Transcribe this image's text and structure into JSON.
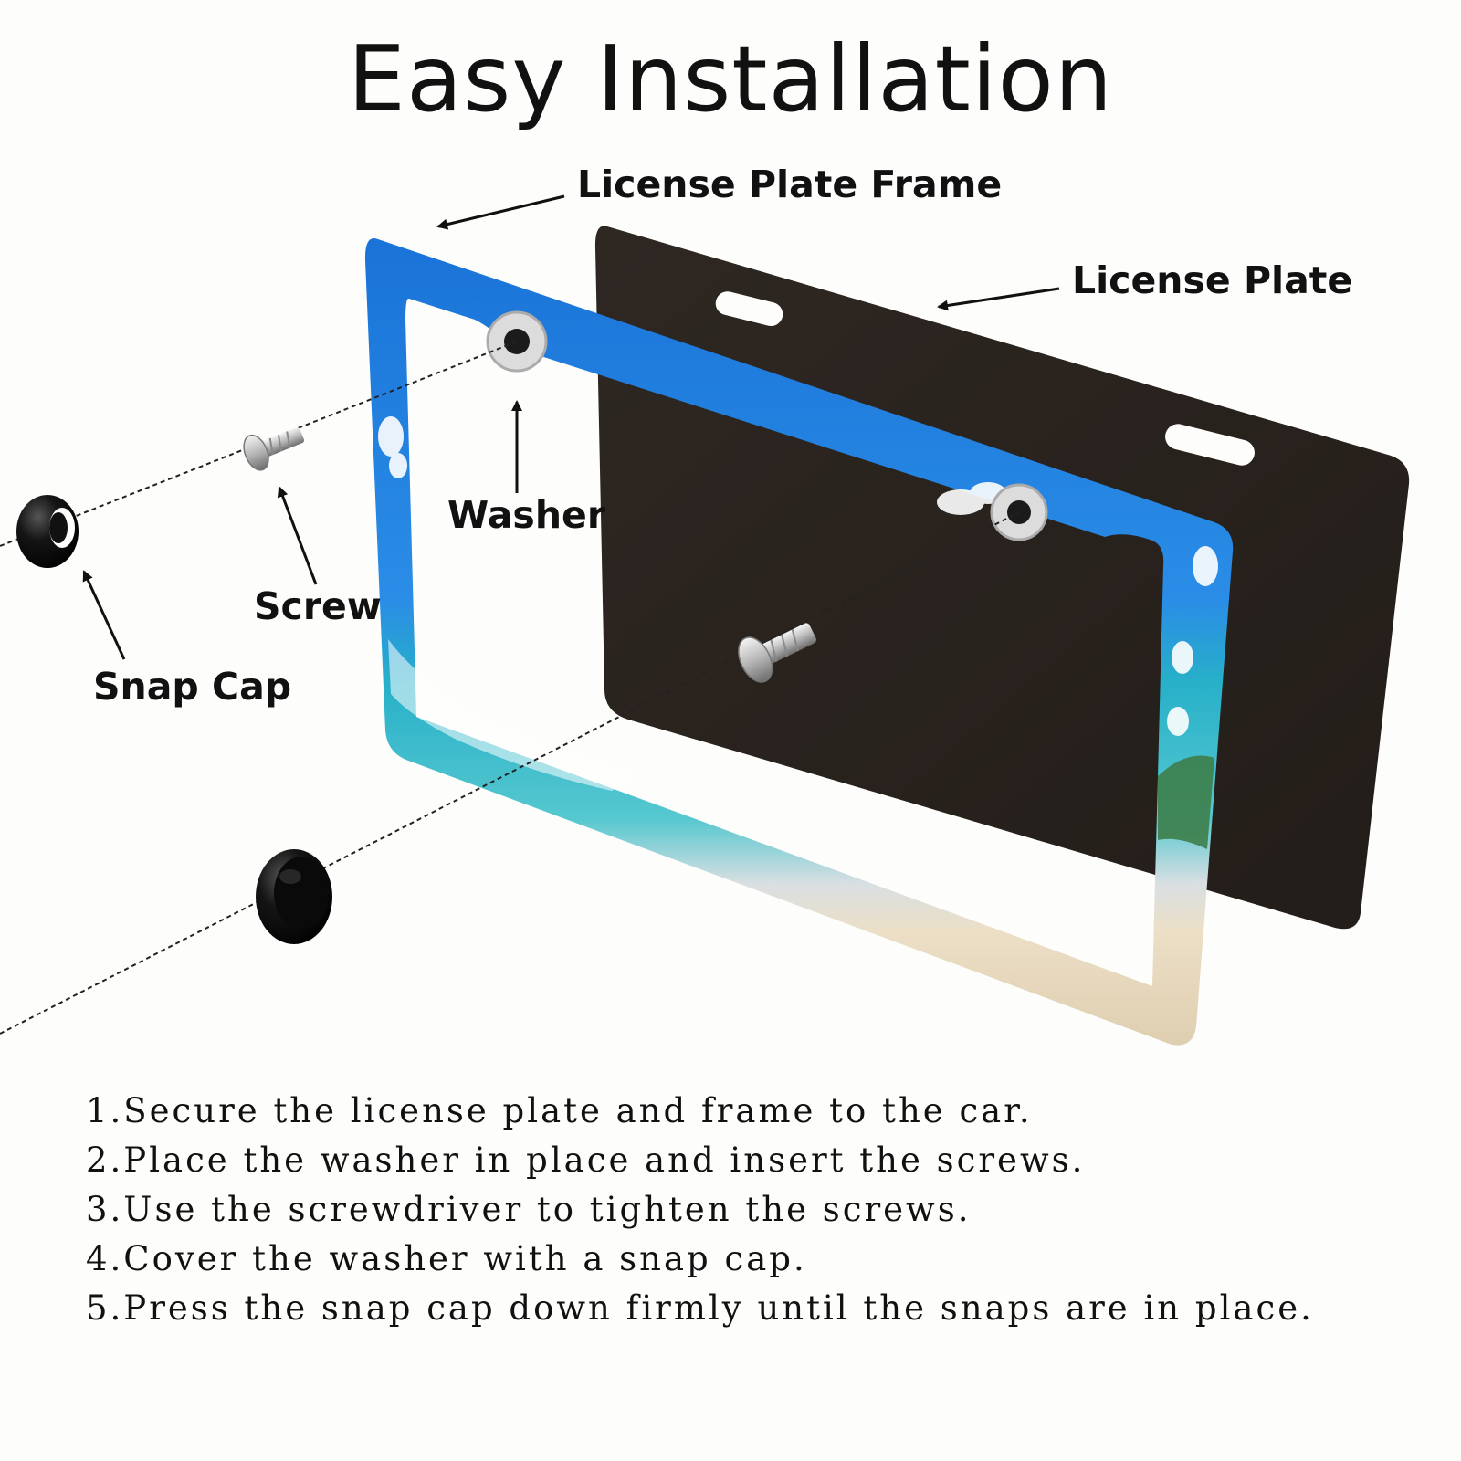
{
  "title": "Easy Installation",
  "labels": {
    "frame": "License Plate Frame",
    "plate": "License Plate",
    "washer": "Washer",
    "screw": "Screw",
    "snap_cap": "Snap Cap"
  },
  "steps": [
    "1.Secure the license plate and frame to the car.",
    "2.Place the washer in place and insert the screws.",
    "3.Use the screwdriver to tighten the screws.",
    "4.Cover the washer with a snap cap.",
    "5.Press the snap cap down firmly until the snaps are in place."
  ],
  "colors": {
    "sky": "#1f7fe0",
    "ocean": "#29b3c8",
    "sand": "#e9dcc4",
    "plate": "#2a2420",
    "ink": "#111111"
  }
}
